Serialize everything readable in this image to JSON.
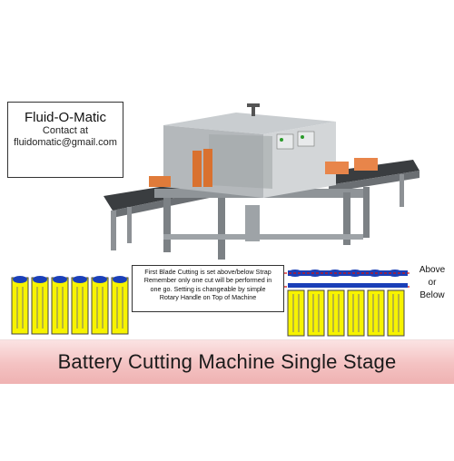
{
  "contact": {
    "brand": "Fluid-O-Matic",
    "line1": "Contact at",
    "line2": "fluidomatic@gmail.com"
  },
  "note": {
    "lines": [
      "First Blade Cutting is set above/below Strap",
      "Remember only one cut will be performed in",
      "one go. Setting is changeable by simple",
      "Rotary Handle on Top of Machine"
    ]
  },
  "position_label": {
    "line1": "Above",
    "line2": "or",
    "line3": "Below"
  },
  "banner": {
    "title": "Battery Cutting Machine Single Stage"
  },
  "colors": {
    "battery_yellow": "#f7f300",
    "strap_blue": "#1a3fb8",
    "banner_pink": "#f4c2c2",
    "machine_steel": "#a9adb1",
    "cut_line_red": "#d01010"
  }
}
